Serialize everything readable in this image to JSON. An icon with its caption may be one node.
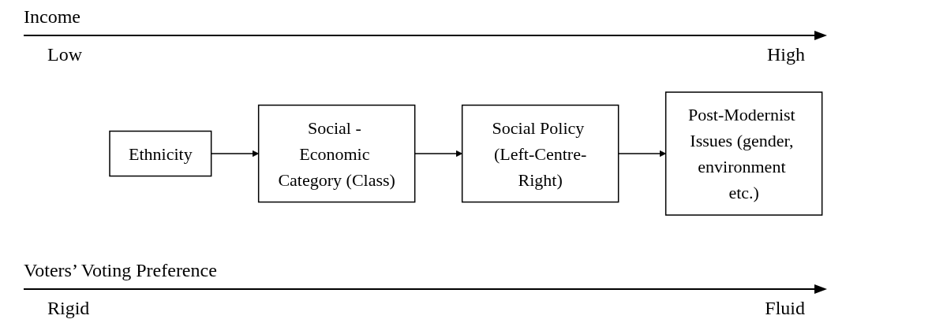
{
  "diagram": {
    "nodes": [
      {
        "text": [
          "Ethnicity"
        ]
      },
      {
        "text": [
          "Social - Economic Category (Class)"
        ]
      },
      {
        "text": [
          "Social Policy (Left-Centre-Right)"
        ]
      },
      {
        "text": [
          "Post-Modernist Issues (gender, environment etc.)"
        ]
      }
    ],
    "edges": [
      {
        "from": 0,
        "to": 1,
        "arrow": "to"
      },
      {
        "from": 1,
        "to": 2,
        "arrow": "to"
      },
      {
        "from": 2,
        "to": 3,
        "arrow": "to"
      }
    ],
    "labels": [
      "Income",
      "Low",
      "High",
      "Voters’ Voting Preference",
      "Rigid",
      "Fluid"
    ]
  }
}
